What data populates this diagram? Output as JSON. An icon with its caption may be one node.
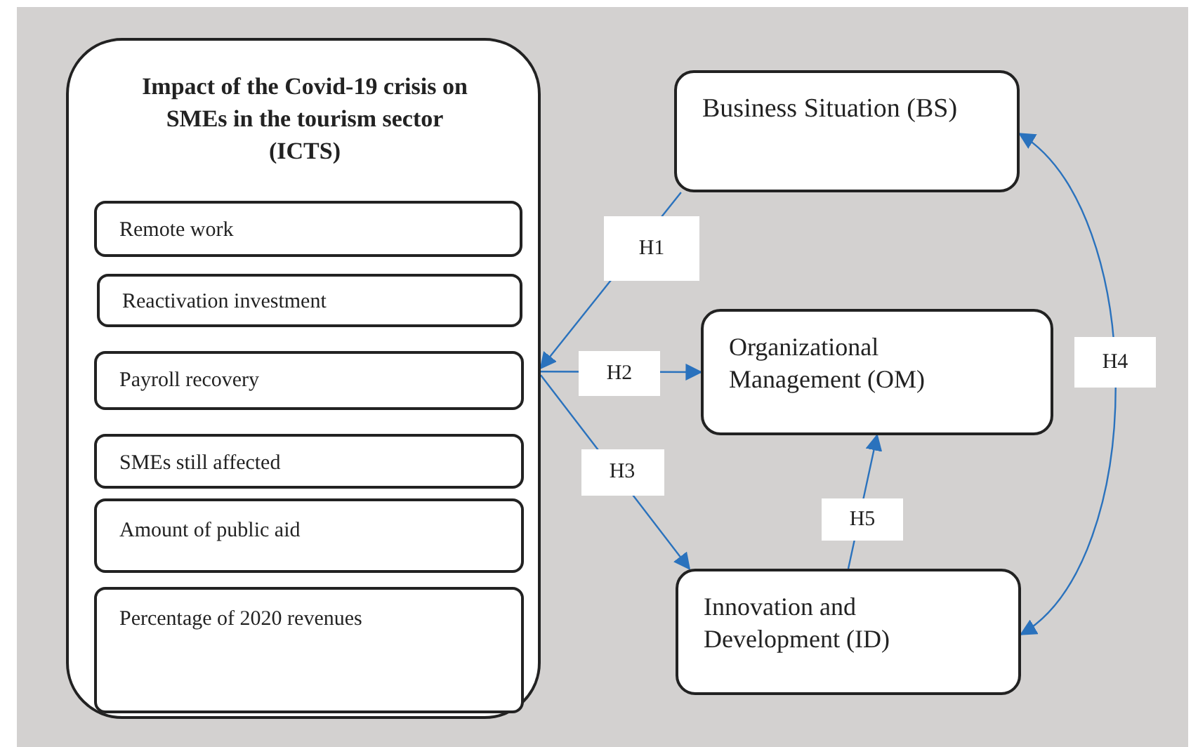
{
  "diagram": {
    "nodes": [
      {
        "text": [
          "Impact of the Covid-19 crisis on SMEs in the tourism sector (ICTS)"
        ]
      },
      {
        "text": [
          "Remote work"
        ],
        "in": 0
      },
      {
        "text": [
          "Reactivation investment"
        ],
        "in": 0
      },
      {
        "text": [
          "Payroll recovery"
        ],
        "in": 0
      },
      {
        "text": [
          "SMEs still affected"
        ],
        "in": 0
      },
      {
        "text": [
          "Amount of public aid"
        ],
        "in": 0
      },
      {
        "text": [
          "Percentage of 2020 revenues"
        ],
        "in": 0
      },
      {
        "text": [
          "Business Situation (BS)"
        ]
      },
      {
        "text": [
          "Organizational Management (OM)"
        ]
      },
      {
        "text": [
          "Innovation and Development (ID)"
        ]
      }
    ],
    "edges": [
      {
        "from": 7,
        "to": 0,
        "arrow": "to",
        "label": "H1"
      },
      {
        "from": 0,
        "to": 8,
        "arrow": "to",
        "label": "H2"
      },
      {
        "from": 0,
        "to": 9,
        "arrow": "to",
        "label": "H3"
      },
      {
        "from": 7,
        "to": 9,
        "arrow": "both",
        "label": "H4"
      },
      {
        "from": 9,
        "to": 8,
        "arrow": "to",
        "label": "H5"
      }
    ]
  }
}
